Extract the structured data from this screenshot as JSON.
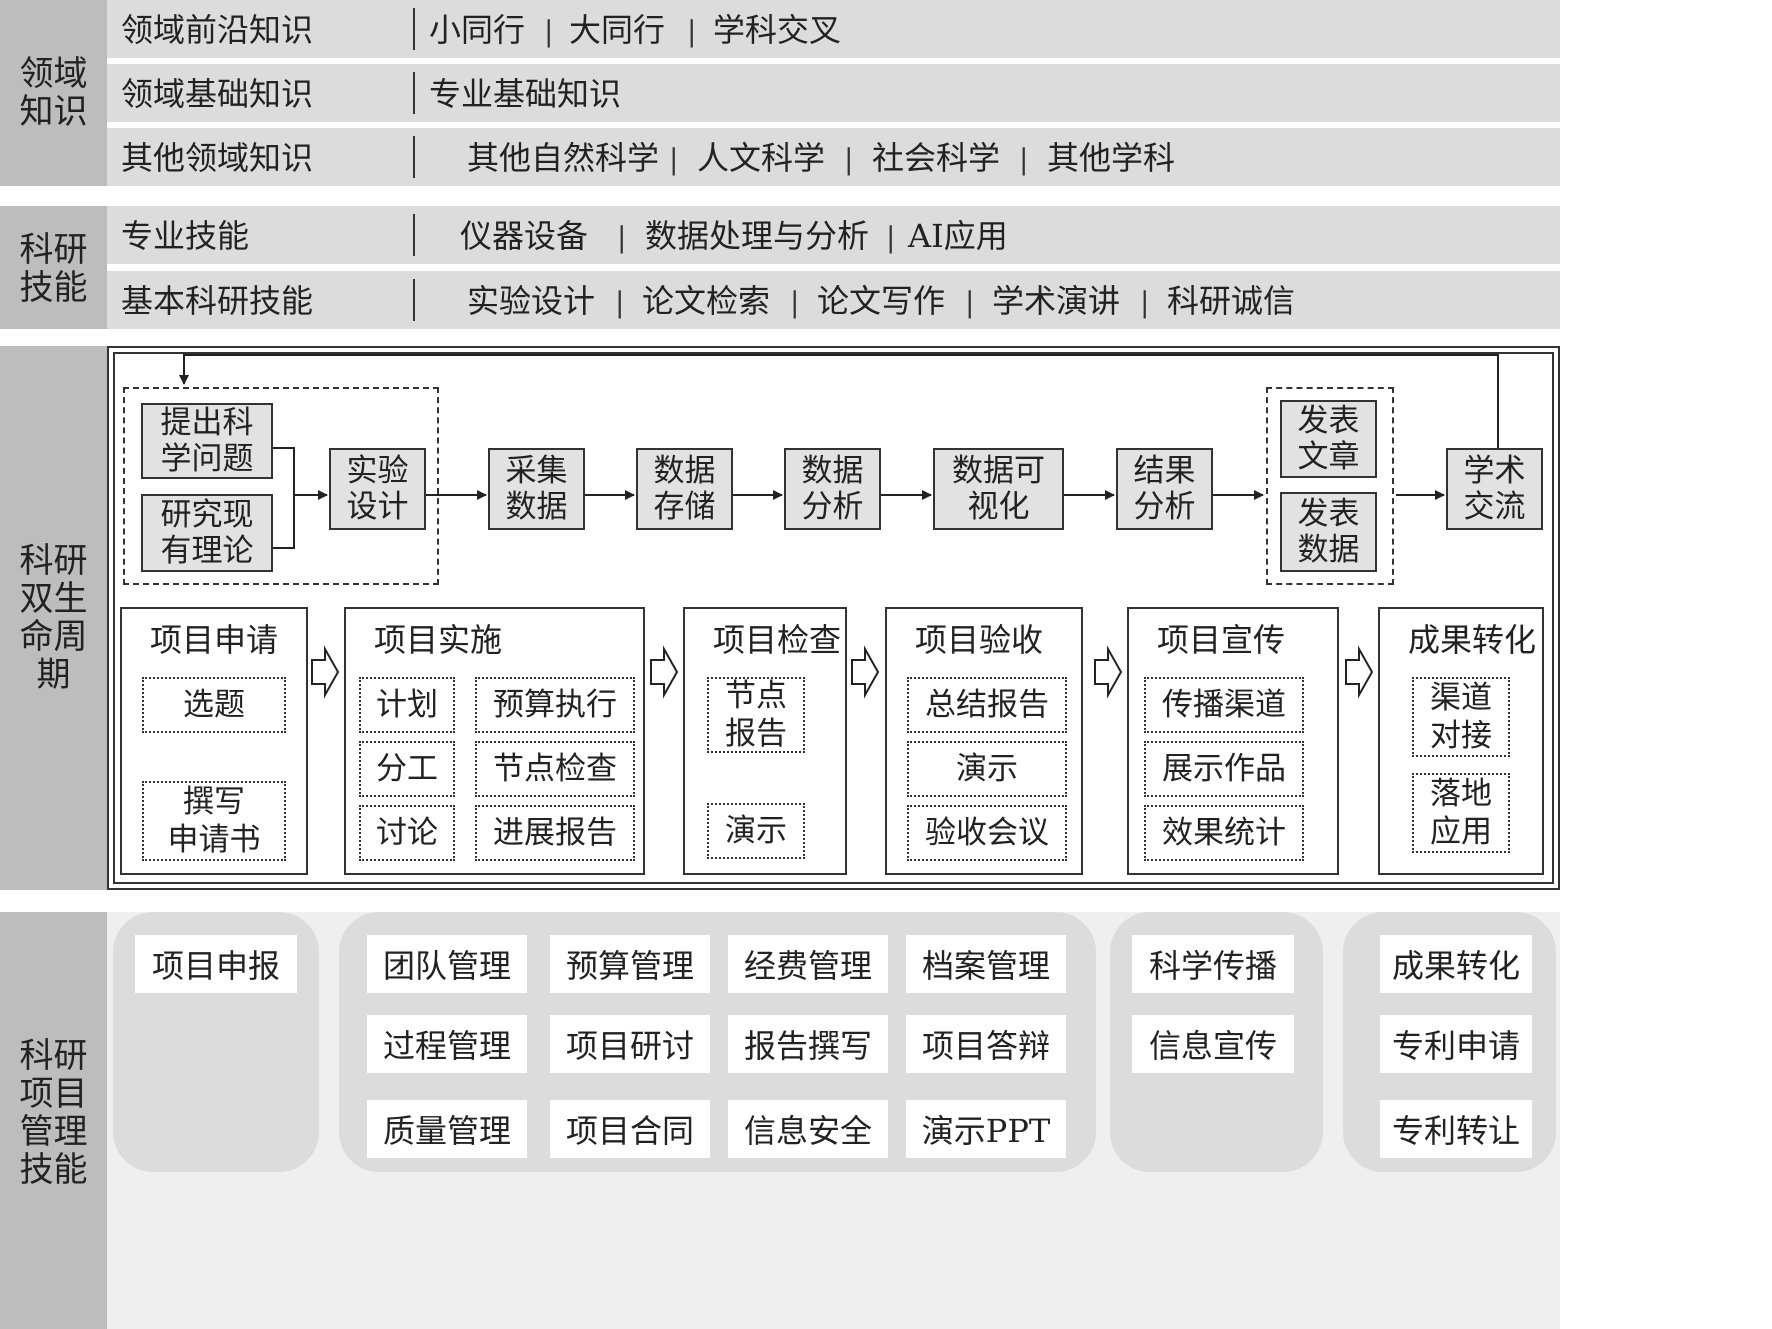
{
  "sections": {
    "domain_knowledge": "领域\n知识",
    "research_skills": "科研\n技能",
    "lifecycle": "科研\n双生\n命周\n期",
    "project_mgmt": "科研\n项目\n管理\n技能"
  },
  "rows": [
    {
      "category": "领域前沿知识",
      "items": [
        "小同行",
        "大同行",
        "学科交叉"
      ]
    },
    {
      "category": "领域基础知识",
      "items": [
        "专业基础知识"
      ]
    },
    {
      "category": "其他领域知识",
      "items": [
        "其他自然科学",
        "人文科学",
        "社会科学",
        "其他学科"
      ]
    },
    {
      "category": "专业技能",
      "items": [
        "仪器设备",
        "数据处理与分析",
        "AI应用"
      ]
    },
    {
      "category": "基本科研技能",
      "items": [
        "实验设计",
        "论文检索",
        "论文写作",
        "学术演讲",
        "科研诚信"
      ]
    }
  ],
  "flow": {
    "propose": "提出科\n学问题",
    "existing": "研究现\n有理论",
    "design": "实验\n设计",
    "collect": "采集\n数据",
    "store": "数据\n存储",
    "analyze": "数据\n分析",
    "visualize": "数据可\n视化",
    "results": "结果\n分析",
    "pub_article": "发表\n文章",
    "pub_data": "发表\n数据",
    "exchange": "学术\n交流"
  },
  "phases": [
    {
      "title": "项目申请",
      "items": [
        "选题",
        "撰写\n申请书"
      ]
    },
    {
      "title": "项目实施",
      "items": [
        "计划",
        "预算执行",
        "分工",
        "节点检查",
        "讨论",
        "进展报告"
      ]
    },
    {
      "title": "项目检查",
      "items": [
        "节点\n报告",
        "演示"
      ]
    },
    {
      "title": "项目验收",
      "items": [
        "总结报告",
        "演示",
        "验收会议"
      ]
    },
    {
      "title": "项目宣传",
      "items": [
        "传播渠道",
        "展示作品",
        "效果统计"
      ]
    },
    {
      "title": "成果转化",
      "items": [
        "渠道\n对接",
        "落地\n应用"
      ]
    }
  ],
  "mgmt": {
    "apply": [
      "项目申报"
    ],
    "execute": [
      "团队管理",
      "预算管理",
      "经费管理",
      "档案管理",
      "过程管理",
      "项目研讨",
      "报告撰写",
      "项目答辩",
      "质量管理",
      "项目合同",
      "信息安全",
      "演示PPT"
    ],
    "promote": [
      "科学传播",
      "信息宣传"
    ],
    "transfer": [
      "成果转化",
      "专利申请",
      "专利转让"
    ]
  }
}
